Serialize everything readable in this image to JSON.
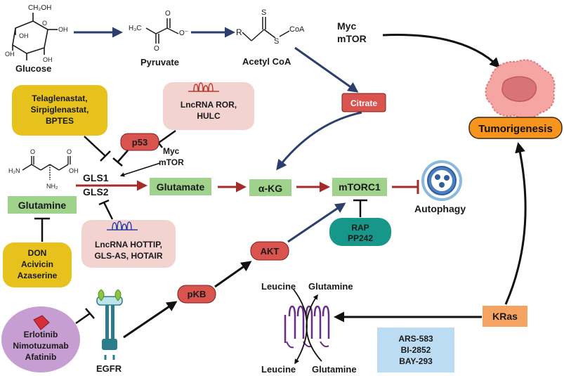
{
  "metabolites": {
    "glucose": "Glucose",
    "pyruvate": "Pyruvate",
    "acetyl_coa": "Acetyl CoA",
    "citrate": "Citrate",
    "glutamine": "Glutamine",
    "glutamate": "Glutamate",
    "akg": "α-KG"
  },
  "chem_labels": {
    "ch2oh": "CH₂OH",
    "oh": "OH",
    "h3c": "H₃C",
    "o": "O",
    "o_minus": "O⁻",
    "r": "R",
    "s": "S",
    "coa": "CoA",
    "h2n": "H₂N",
    "nh2": "NH₂",
    "cooh": "OH"
  },
  "enzymes": {
    "gls1": "GLS1",
    "gls2": "GLS2"
  },
  "regulators": {
    "myc_top": [
      "Myc",
      "mTOR"
    ],
    "myc_mid": [
      "Myc",
      "mTOR"
    ],
    "p53": "p53",
    "mtorc1": "mTORC1",
    "akt": "AKT",
    "pkb": "pKB",
    "kras": "KRas",
    "egfr": "EGFR"
  },
  "inhibitor_boxes": {
    "gls_inhibitors": [
      "Telaglenastat,",
      "Sirpiglenastat,",
      "BPTES"
    ],
    "lnc_top": [
      "LncRNA ROR,",
      "HULC"
    ],
    "lnc_bottom": [
      "LncRNA HOTTIP,",
      "GLS-AS, HOTAIR"
    ],
    "glutamine_inhibitors": [
      "DON",
      "Acivicin",
      "Azaserine"
    ],
    "mtor_inhibitors": [
      "RAP",
      "PP242"
    ],
    "egfr_inhibitors": [
      "Erlotinib",
      "Nimotuzumab",
      "Afatinib"
    ],
    "kras_inhibitors": [
      "ARS-583",
      "BI-2852",
      "BAY-293"
    ]
  },
  "outcomes": {
    "tumorigenesis": "Tumorigenesis",
    "autophagy": "Autophagy"
  },
  "transporter": {
    "top_left": "Leucine",
    "top_right": "Glutamine",
    "bottom_left": "Leucine",
    "bottom_right": "Glutamine"
  },
  "colors": {
    "navy_arrow": "#2c3e6b",
    "red_arrow": "#a52a2a",
    "black_arrow": "#111111",
    "red_node": "#d9534f",
    "green_node": "#9fd28b",
    "teal_node": "#17968a",
    "yellow_box": "#e8c21c",
    "pink_box": "#f2d3d0",
    "purple_box": "#c79ed1",
    "blue_box": "#bcdcf3",
    "orange_node": "#f4a460",
    "tumor_pill": "#f7941d"
  },
  "icons": [
    "cell-icon",
    "lncrna-icon",
    "autophagy-icon",
    "egfr-receptor-icon",
    "drug-pill-icon",
    "transporter-icon"
  ]
}
